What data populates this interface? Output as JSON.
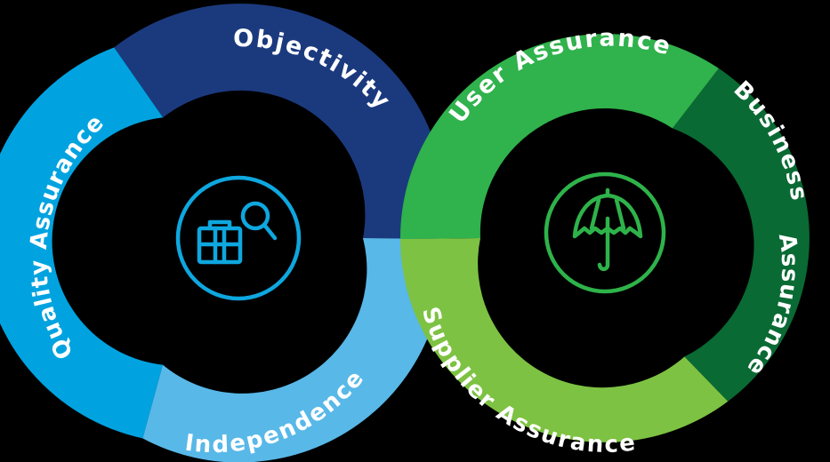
{
  "left_ring": {
    "segments": {
      "quality_assurance": {
        "label": "Quality Assurance",
        "color": "#00a3e0"
      },
      "objectivity": {
        "label": "Objectivity",
        "color": "#1b3a7e"
      },
      "independence": {
        "label": "Independence",
        "color": "#58b8e8"
      }
    },
    "icon": {
      "name": "briefcase-search-icon",
      "color": "#0ea7df"
    }
  },
  "right_ring": {
    "segments": {
      "user_assurance": {
        "label": "User Assurance",
        "color": "#30b24c"
      },
      "business_assurance": {
        "label_line1": "Business",
        "label_line2": "Assurance",
        "color": "#0a6a34"
      },
      "supplier_assurance": {
        "label": "Supplier Assurance",
        "color": "#7dc242"
      }
    },
    "icon": {
      "name": "umbrella-icon",
      "color": "#2eb34a"
    }
  },
  "background_color": "#000000"
}
